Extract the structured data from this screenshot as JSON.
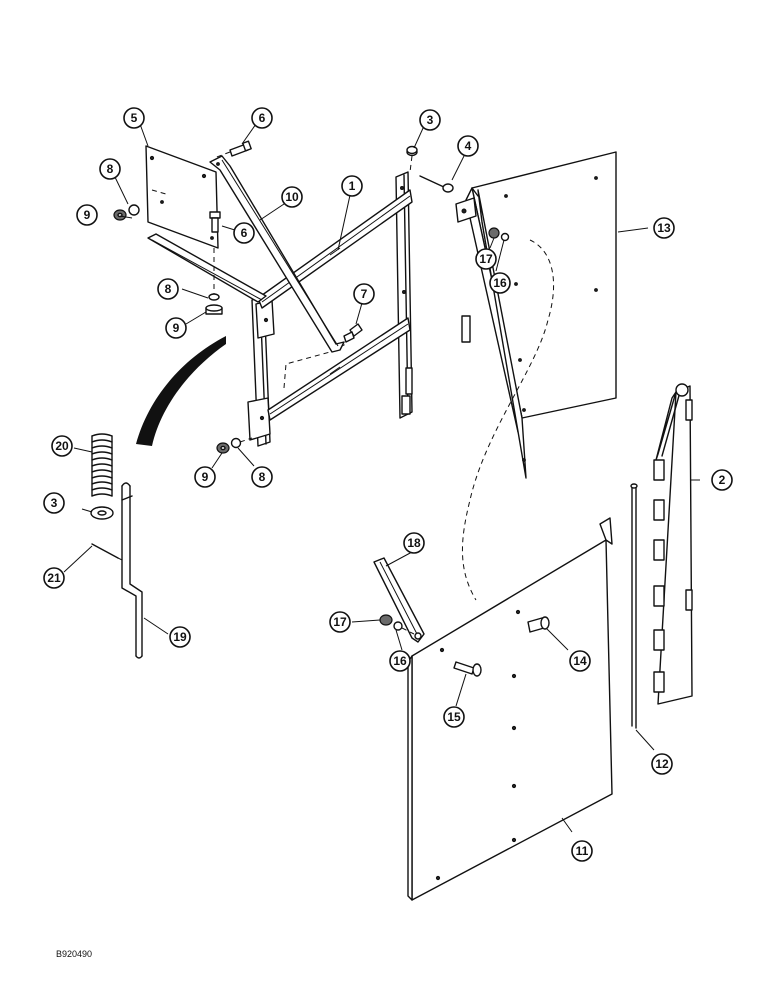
{
  "drawing": {
    "reference_code": "B920490"
  },
  "callouts": [
    {
      "label": "1"
    },
    {
      "label": "2"
    },
    {
      "label": "3"
    },
    {
      "label": "3"
    },
    {
      "label": "4"
    },
    {
      "label": "5"
    },
    {
      "label": "6"
    },
    {
      "label": "6"
    },
    {
      "label": "7"
    },
    {
      "label": "8"
    },
    {
      "label": "8"
    },
    {
      "label": "8"
    },
    {
      "label": "9"
    },
    {
      "label": "9"
    },
    {
      "label": "9"
    },
    {
      "label": "10"
    },
    {
      "label": "11"
    },
    {
      "label": "12"
    },
    {
      "label": "13"
    },
    {
      "label": "14"
    },
    {
      "label": "15"
    },
    {
      "label": "16"
    },
    {
      "label": "16"
    },
    {
      "label": "17"
    },
    {
      "label": "17"
    },
    {
      "label": "18"
    },
    {
      "label": "19"
    },
    {
      "label": "20"
    },
    {
      "label": "21"
    }
  ]
}
